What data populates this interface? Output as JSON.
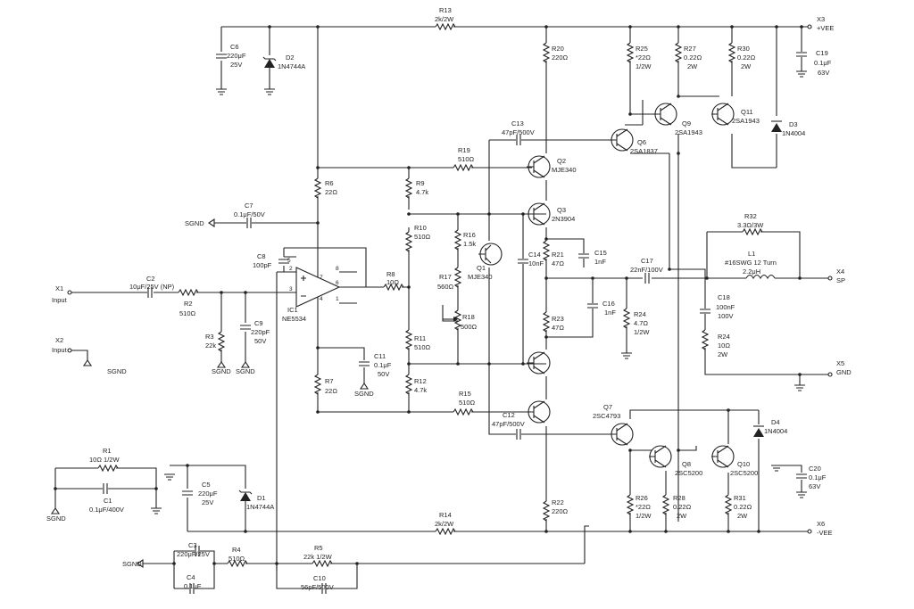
{
  "terminals": {
    "x3": {
      "name": "X3",
      "net": "+VEE"
    },
    "x4": {
      "name": "X4",
      "net": "SP"
    },
    "x5": {
      "name": "X5",
      "net": "GND"
    },
    "x6": {
      "name": "X6",
      "net": "-VEE"
    },
    "x1": {
      "name": "X1",
      "net": "Input"
    },
    "x2": {
      "name": "X2",
      "net": "Input"
    }
  },
  "nets": {
    "sgnd": "SGND"
  },
  "components": {
    "r1": {
      "ref": "R1",
      "value": "10Ω 1/2W"
    },
    "r2": {
      "ref": "R2",
      "value": "510Ω"
    },
    "r3": {
      "ref": "R3",
      "value": "22k"
    },
    "r4": {
      "ref": "R4",
      "value": "510Ω"
    },
    "r5": {
      "ref": "R5",
      "value": "22k 1/2W"
    },
    "r6": {
      "ref": "R6",
      "value": "22Ω"
    },
    "r7": {
      "ref": "R7",
      "value": "22Ω"
    },
    "r8": {
      "ref": "R8",
      "value": "10Ω"
    },
    "r9": {
      "ref": "R9",
      "value": "4.7k"
    },
    "r10": {
      "ref": "R10",
      "value": "510Ω"
    },
    "r11": {
      "ref": "R11",
      "value": "510Ω"
    },
    "r12": {
      "ref": "R12",
      "value": "4.7k"
    },
    "r13": {
      "ref": "R13",
      "value": "2k/2W"
    },
    "r14": {
      "ref": "R14",
      "value": "2k/2W"
    },
    "r15": {
      "ref": "R15",
      "value": "510Ω"
    },
    "r16": {
      "ref": "R16",
      "value": "1.5k"
    },
    "r17": {
      "ref": "R17",
      "value": "560Ω"
    },
    "r18": {
      "ref": "R18",
      "value": "500Ω"
    },
    "r19": {
      "ref": "R19",
      "value": "510Ω"
    },
    "r20": {
      "ref": "R20",
      "value": "220Ω"
    },
    "r21": {
      "ref": "R21",
      "value": "47Ω"
    },
    "r22": {
      "ref": "R22",
      "value": "220Ω"
    },
    "r23": {
      "ref": "R23",
      "value": "47Ω"
    },
    "r24a": {
      "ref": "R24",
      "value1": "4.7Ω",
      "value2": "1/2W"
    },
    "r24b": {
      "ref": "R24",
      "value1": "10Ω",
      "value2": "2W"
    },
    "r25": {
      "ref": "R25",
      "value1": "*22Ω",
      "value2": "1/2W"
    },
    "r26": {
      "ref": "R26",
      "value1": "*22Ω",
      "value2": "1/2W"
    },
    "r27": {
      "ref": "R27",
      "value1": "0.22Ω",
      "value2": "2W"
    },
    "r28": {
      "ref": "R28",
      "value1": "0.22Ω",
      "value2": "2W"
    },
    "r30": {
      "ref": "R30",
      "value1": "0.22Ω",
      "value2": "2W"
    },
    "r31": {
      "ref": "R31",
      "value1": "0.22Ω",
      "value2": "2W"
    },
    "r32": {
      "ref": "R32",
      "value": "3.3Ω/3W"
    },
    "c1": {
      "ref": "C1",
      "value": "0.1μF/400V"
    },
    "c2": {
      "ref": "C2",
      "value": "10μF/25V (NP)"
    },
    "c3": {
      "ref": "C3",
      "value": "220μF/25V"
    },
    "c4": {
      "ref": "C4",
      "value": "0.1μF"
    },
    "c5": {
      "ref": "C5",
      "value1": "220μF",
      "value2": "25V"
    },
    "c6": {
      "ref": "C6",
      "value1": "220μF",
      "value2": "25V"
    },
    "c7": {
      "ref": "C7",
      "value": "0.1μF/50V"
    },
    "c8": {
      "ref": "C8",
      "value": "100pF"
    },
    "c9": {
      "ref": "C9",
      "value1": "220pF",
      "value2": "50V"
    },
    "c10": {
      "ref": "C10",
      "value": "56pF/500V"
    },
    "c11": {
      "ref": "C11",
      "value1": "0.1μF",
      "value2": "50V"
    },
    "c12": {
      "ref": "C12",
      "value": "47pF/500V"
    },
    "c13": {
      "ref": "C13",
      "value": "47pF/500V"
    },
    "c14": {
      "ref": "C14",
      "value": "10nF"
    },
    "c15": {
      "ref": "C15",
      "value": "1nF"
    },
    "c16": {
      "ref": "C16",
      "value": "1nF"
    },
    "c17": {
      "ref": "C17",
      "value": "22nF/100V"
    },
    "c18": {
      "ref": "C18",
      "value1": "100nF",
      "value2": "100V"
    },
    "c19": {
      "ref": "C19",
      "value1": "0.1μF",
      "value2": "63V"
    },
    "c20": {
      "ref": "C20",
      "value1": "0.1μF",
      "value2": "63V"
    },
    "d1": {
      "ref": "D1",
      "value": "1N4744A"
    },
    "d2": {
      "ref": "D2",
      "value": "1N4744A"
    },
    "d3": {
      "ref": "D3",
      "value": "1N4004"
    },
    "d4": {
      "ref": "D4",
      "value": "1N4004"
    },
    "l1": {
      "ref": "L1",
      "value1": "#16SWG 12 Turn",
      "value2": "2.2μH"
    },
    "ic1": {
      "ref": "IC1",
      "value": "NE5534",
      "pins": [
        "5",
        "7",
        "8",
        "6",
        "1",
        "3",
        "2",
        "4"
      ]
    },
    "q1": {
      "ref": "Q1",
      "value": "MJE340"
    },
    "q2": {
      "ref": "Q2",
      "value": "MJE340"
    },
    "q3": {
      "ref": "Q3",
      "value": "2N3904"
    },
    "q6": {
      "ref": "Q6",
      "value": "2SA1837"
    },
    "q7": {
      "ref": "Q7",
      "value": "2SC4793"
    },
    "q8": {
      "ref": "Q8",
      "value": "2SC5200"
    },
    "q9": {
      "ref": "Q9",
      "value": "2SA1943"
    },
    "q10": {
      "ref": "Q10",
      "value": "2SC5200"
    },
    "q11": {
      "ref": "Q11",
      "value": "2SA1943"
    }
  }
}
